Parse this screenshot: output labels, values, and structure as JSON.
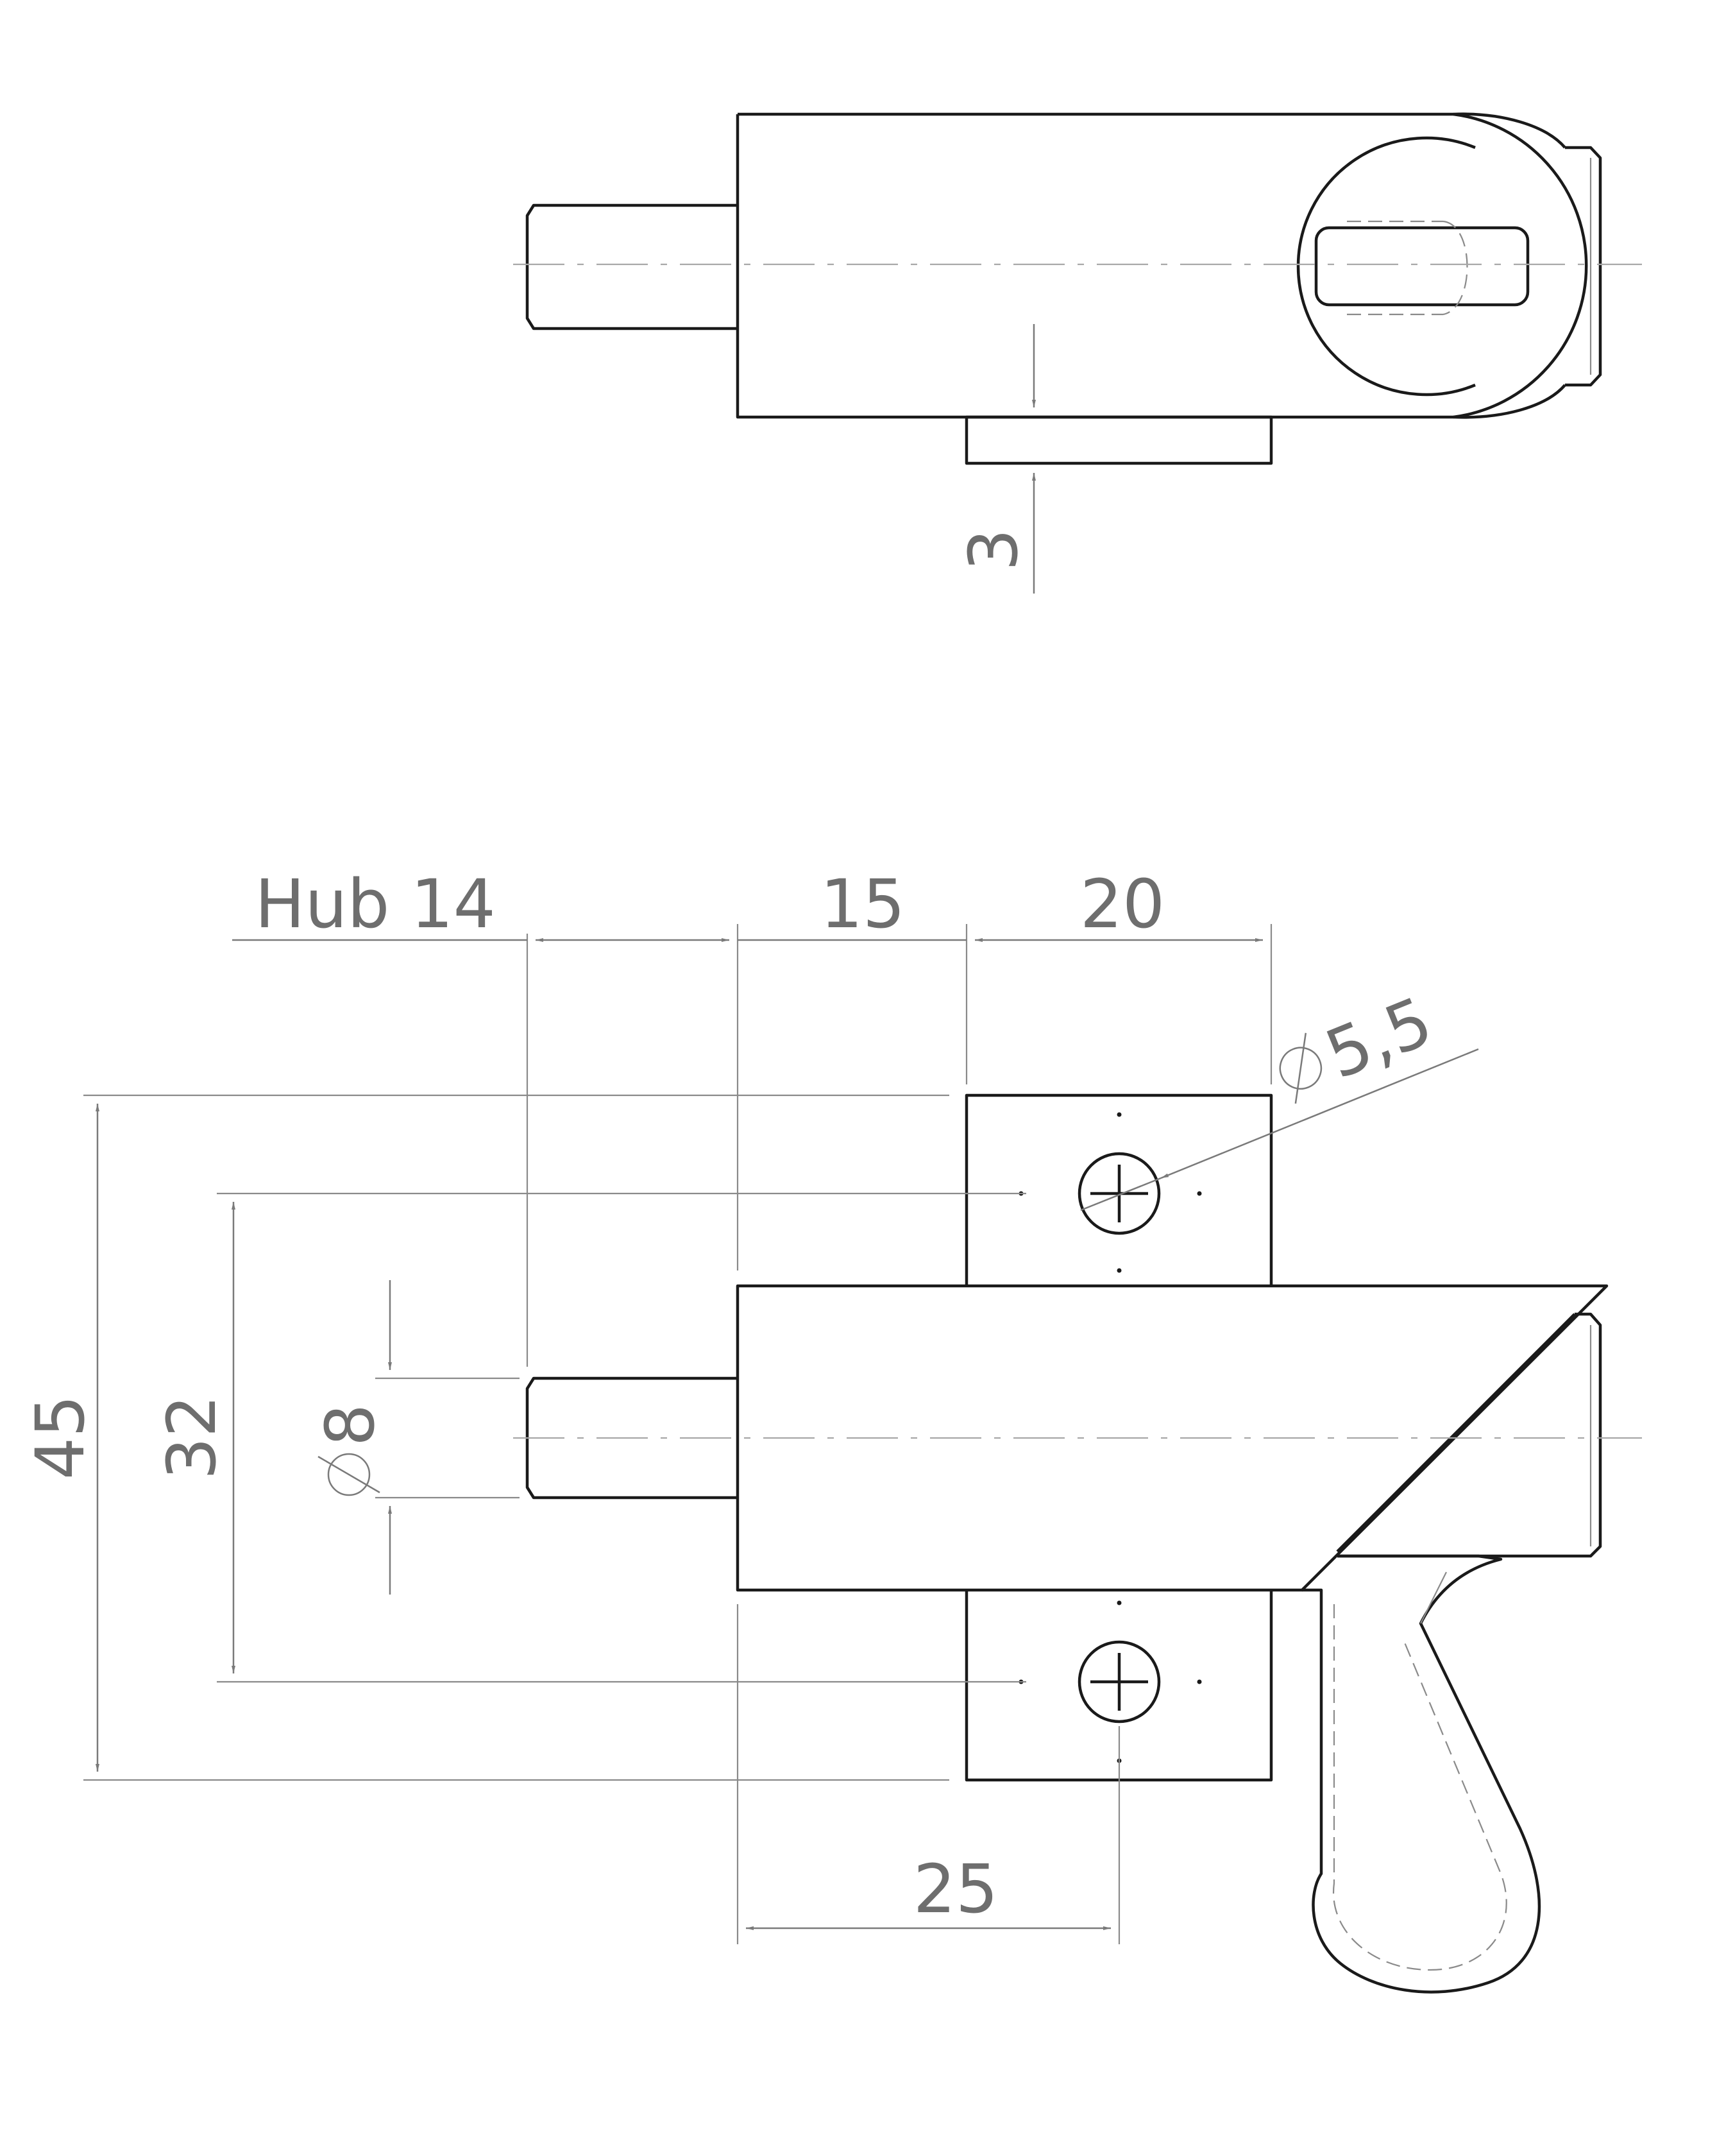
{
  "dimensions": {
    "plate_offset": "3",
    "stroke": "Hub 14",
    "bolt_length": "15",
    "plate_width": "20",
    "hole_diameter": "5,5",
    "plate_height": "45",
    "hole_spacing": "32",
    "bolt_diameter": "8",
    "hole_to_body": "25"
  },
  "symbols": {
    "diameter": "⌀"
  }
}
